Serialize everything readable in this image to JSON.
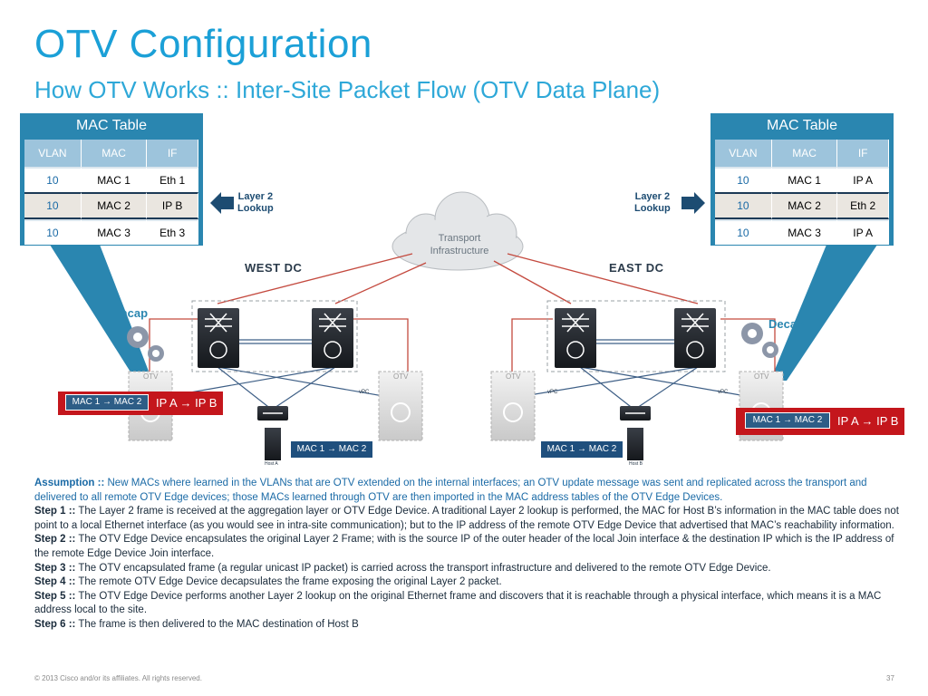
{
  "title": "OTV Configuration",
  "subtitle": "How OTV Works :: Inter-Site Packet Flow (OTV Data Plane)",
  "left_table": {
    "title": "MAC Table",
    "headers": [
      "VLAN",
      "MAC",
      "IF"
    ],
    "rows": [
      [
        "10",
        "MAC 1",
        "Eth 1"
      ],
      [
        "10",
        "MAC 2",
        "IP B"
      ],
      [
        "10",
        "MAC 3",
        "Eth 3"
      ]
    ]
  },
  "right_table": {
    "title": "MAC Table",
    "headers": [
      "VLAN",
      "MAC",
      "IF"
    ],
    "rows": [
      [
        "10",
        "MAC 1",
        "IP A"
      ],
      [
        "10",
        "MAC 2",
        "Eth 2"
      ],
      [
        "10",
        "MAC 3",
        "IP A"
      ]
    ]
  },
  "lookup_left": {
    "line1": "Layer 2",
    "line2": "Lookup"
  },
  "lookup_right": {
    "line1": "Layer 2",
    "line2": "Lookup"
  },
  "cloud": {
    "line1": "Transport",
    "line2": "Infrastructure"
  },
  "west_dc": "WEST DC",
  "east_dc": "EAST DC",
  "encap": "Encap",
  "decap": "Decap",
  "otv_label": "OTV",
  "vpc_label": "vPC",
  "host_a": "Host A",
  "host_b": "Host B",
  "frame_left": {
    "mac": "MAC 1 → MAC 2",
    "ip": "IP A → IP B"
  },
  "frame_right": {
    "mac": "MAC 1 → MAC 2",
    "ip": "IP A → IP B"
  },
  "frame_host_a": "MAC 1 → MAC 2",
  "frame_host_b": "MAC 1 → MAC 2",
  "assumption": {
    "label": "Assumption :: ",
    "text": "New MACs where learned in the VLANs that are OTV extended on the internal interfaces; an OTV update message was sent and replicated across the transport and delivered to all remote OTV Edge devices; those MACs learned through OTV are then imported in the MAC address tables of the OTV Edge Devices."
  },
  "steps": [
    {
      "label": "Step 1 ::",
      "text": " The Layer 2 frame is received at the aggregation layer or OTV Edge Device.  A traditional Layer 2 lookup is performed, the MAC for Host B’s information in the MAC table does not point to a local Ethernet interface (as you would see in intra-site communication); but to the IP address of the remote OTV Edge Device that advertised that MAC’s reachability information."
    },
    {
      "label": "Step 2 ::",
      "text": " The OTV Edge Device encapsulates the original Layer 2 Frame; with is the source IP of the outer header of the local Join interface & the destination IP which is the IP address of the remote Edge Device Join interface."
    },
    {
      "label": "Step 3 ::",
      "text": " The OTV encapsulated frame (a regular unicast IP packet) is carried across the transport infrastructure and delivered to the remote OTV Edge Device."
    },
    {
      "label": "Step 4 ::",
      "text": " The remote OTV Edge Device decapsulates the frame exposing the original Layer 2 packet."
    },
    {
      "label": "Step 5 ::",
      "text": " The OTV Edge Device performs another Layer 2 lookup on the original Ethernet frame and discovers that it is reachable through a physical interface, which means it is a MAC address local to the site."
    },
    {
      "label": "Step 6 ::",
      "text": " The frame is then delivered to the MAC destination of Host B"
    }
  ],
  "footer": {
    "copyright": "© 2013 Cisco and/or its affiliates. All rights reserved.",
    "page": "37"
  },
  "colors": {
    "title": "#1ba0d7",
    "panel": "#2a86b0",
    "red": "#c4161c",
    "navy": "#1f4f7d"
  }
}
